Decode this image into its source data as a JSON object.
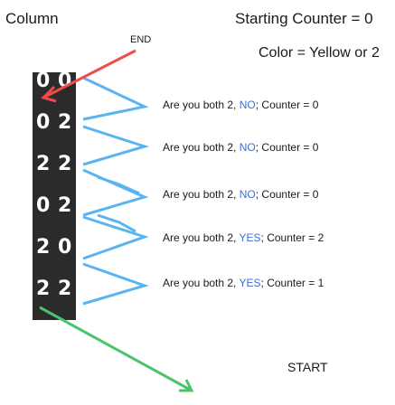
{
  "header": {
    "left": "Column",
    "right": "Starting Counter = 0"
  },
  "subheader": "Color = Yellow or 2",
  "labels": {
    "end": "END",
    "start": "START"
  },
  "steps": [
    {
      "prefix": "Are you both 2, ",
      "answer": "NO",
      "suffix": "; Counter = 0"
    },
    {
      "prefix": "Are you both 2, ",
      "answer": "NO",
      "suffix": "; Counter = 0"
    },
    {
      "prefix": "Are you both 2, ",
      "answer": "NO",
      "suffix": "; Counter = 0"
    },
    {
      "prefix": "Are you both 2, ",
      "answer": "YES",
      "suffix": "; Counter = 2"
    },
    {
      "prefix": "Are you both 2, ",
      "answer": "YES",
      "suffix": "; Counter = 1"
    }
  ],
  "column_cells": [
    "0",
    "0",
    "0",
    "2",
    "2",
    "2",
    "0",
    "2",
    "2",
    "0",
    "2",
    "2"
  ],
  "colors": {
    "column_bg": "#2b2b2b",
    "arrow_blue": "#5ab4f0",
    "arrow_red": "#f04a4a",
    "arrow_green": "#4cc36a",
    "answer": "#3a6fd8"
  }
}
